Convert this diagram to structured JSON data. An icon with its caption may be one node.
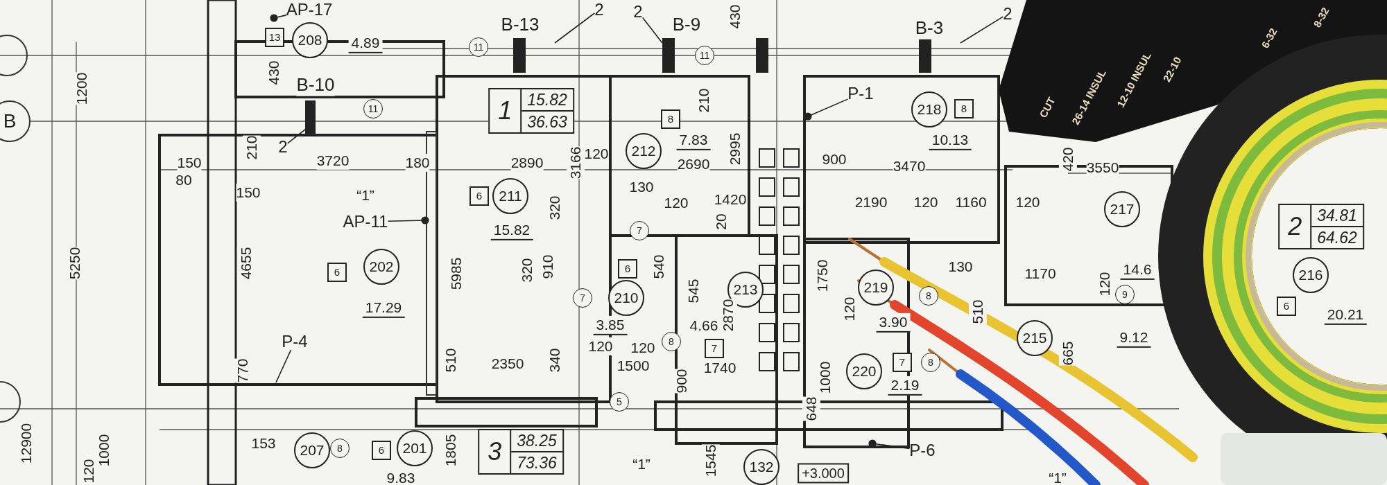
{
  "diagram": {
    "nodes": [
      {
        "text": [
          "AP-17"
        ]
      },
      {
        "text": [
          "13"
        ]
      },
      {
        "text": [
          "208"
        ]
      },
      {
        "text": [
          "11"
        ]
      },
      {
        "text": [
          "2"
        ]
      },
      {
        "text": [
          "2"
        ]
      },
      {
        "text": [
          "11"
        ]
      },
      {
        "text": [
          "2"
        ]
      },
      {
        "text": [
          "11"
        ]
      },
      {
        "text": [
          "P-1"
        ]
      },
      {
        "text": [
          "1",
          "15.82",
          "36.63"
        ]
      },
      {
        "text": [
          "B"
        ]
      },
      {
        "text": [
          "218"
        ]
      },
      {
        "text": [
          "8"
        ]
      },
      {
        "text": [
          "8"
        ]
      },
      {
        "text": [
          "2"
        ]
      },
      {
        "text": [
          "212"
        ]
      },
      {
        "text": [
          "6"
        ]
      },
      {
        "text": [
          "211"
        ]
      },
      {
        "text": [
          "AP-11"
        ]
      },
      {
        "text": [
          "217"
        ]
      },
      {
        "text": [
          "2",
          "34.81",
          "64.62"
        ]
      },
      {
        "text": [
          "202"
        ]
      },
      {
        "text": [
          "6"
        ]
      },
      {
        "text": [
          "6"
        ]
      },
      {
        "text": [
          "7"
        ]
      },
      {
        "text": [
          "210"
        ]
      },
      {
        "text": [
          "213"
        ]
      },
      {
        "text": [
          "219"
        ]
      },
      {
        "text": [
          "216"
        ]
      },
      {
        "text": [
          "6"
        ]
      },
      {
        "text": [
          "9"
        ]
      },
      {
        "text": [
          "215"
        ]
      },
      {
        "text": [
          "P-4"
        ]
      },
      {
        "text": [
          "8"
        ]
      },
      {
        "text": [
          "7"
        ]
      },
      {
        "text": [
          "7"
        ]
      },
      {
        "text": [
          "220"
        ]
      },
      {
        "text": [
          "5"
        ]
      },
      {
        "text": [
          "3",
          "38.25",
          "73.36"
        ]
      },
      {
        "text": [
          "207"
        ]
      },
      {
        "text": [
          "8"
        ]
      },
      {
        "text": [
          "6"
        ]
      },
      {
        "text": [
          "201"
        ]
      },
      {
        "text": [
          "132"
        ]
      },
      {
        "text": [
          "+3.000"
        ]
      },
      {
        "text": [
          "P-6"
        ]
      },
      {
        "text": [
          "8"
        ]
      },
      {
        "text": [
          "8"
        ]
      },
      {
        "text": [
          "7"
        ]
      },
      {
        "text": [],
        "shape": "circle"
      },
      {
        "text": [],
        "shape": "circle"
      }
    ],
    "edges": [
      {
        "from": 0,
        "to": null,
        "arrow": "other"
      },
      {
        "from": 4,
        "to": null,
        "arrow": "none"
      },
      {
        "from": 5,
        "to": null,
        "arrow": "none"
      },
      {
        "from": 7,
        "to": null,
        "arrow": "none"
      },
      {
        "from": 9,
        "to": null,
        "arrow": "other"
      },
      {
        "from": 15,
        "to": null,
        "arrow": "none"
      },
      {
        "from": 19,
        "to": null,
        "arrow": "other"
      },
      {
        "from": 33,
        "to": null,
        "arrow": "none"
      },
      {
        "from": 46,
        "to": null,
        "arrow": "other"
      }
    ],
    "labels": [
      "B-13",
      "B-9",
      "430",
      "B-3",
      "8-32",
      "4.89",
      "6-32",
      "1200",
      "430",
      "B-10",
      "12-10 INSUL",
      "22-10",
      "210",
      "CUT",
      "26-14 INSUL",
      "210",
      "7.83",
      "2995",
      "10.13",
      "150",
      "3720",
      "180",
      "2890",
      "3166",
      "120",
      "2690",
      "900",
      "3470",
      "420",
      "3550",
      "80",
      "150",
      "“1”",
      "320",
      "130",
      "120",
      "1420",
      "2190",
      "120",
      "1160",
      "120",
      "15.82",
      "20",
      "5250",
      "4655",
      "5985",
      "320",
      "910",
      "540",
      "1750",
      "130",
      "1170",
      "14.6",
      "545",
      "120",
      "17.29",
      "2870",
      "120",
      "510",
      "20.21",
      "3.85",
      "4.66",
      "3.90",
      "9.12",
      "120",
      "120",
      "665",
      "770",
      "510",
      "2350",
      "340",
      "1500",
      "1740",
      "900",
      "1000",
      "2.19",
      "648",
      "12900",
      "1000",
      "153",
      "1805",
      "120",
      "9.83",
      "“1”",
      "1545",
      "“1”"
    ]
  }
}
